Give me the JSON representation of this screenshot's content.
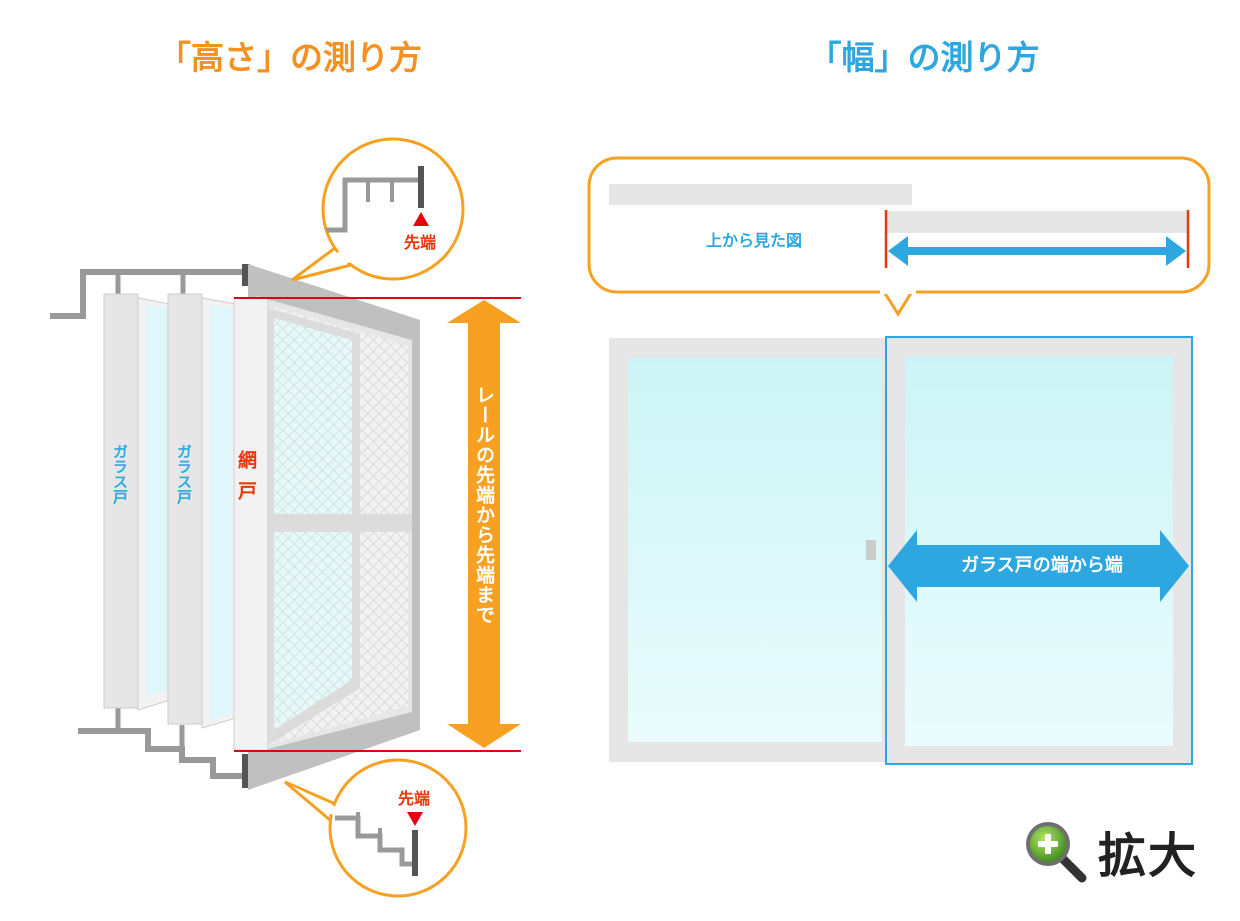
{
  "height_section": {
    "title": "「高さ」の測り方",
    "glass_door_1": "ガラス戸",
    "glass_door_2": "ガラス戸",
    "screen_door": "網戸",
    "measure_label": "レールの先端から先端まで",
    "top_callout_label": "先端",
    "bottom_callout_label": "先端"
  },
  "width_section": {
    "title": "「幅」の測り方",
    "top_view_label": "上から見た図",
    "measure_label": "ガラス戸の端から端"
  },
  "zoom_button": {
    "label": "拡大",
    "icon": "magnifier-plus-icon"
  },
  "colors": {
    "orange": "#f7a021",
    "orange_title": "#f39222",
    "blue": "#2ea7e0",
    "red_line": "#e60012",
    "frame_gray": "#b3b3b3",
    "rail_gray": "#999999",
    "glass": "#dff6fb"
  }
}
